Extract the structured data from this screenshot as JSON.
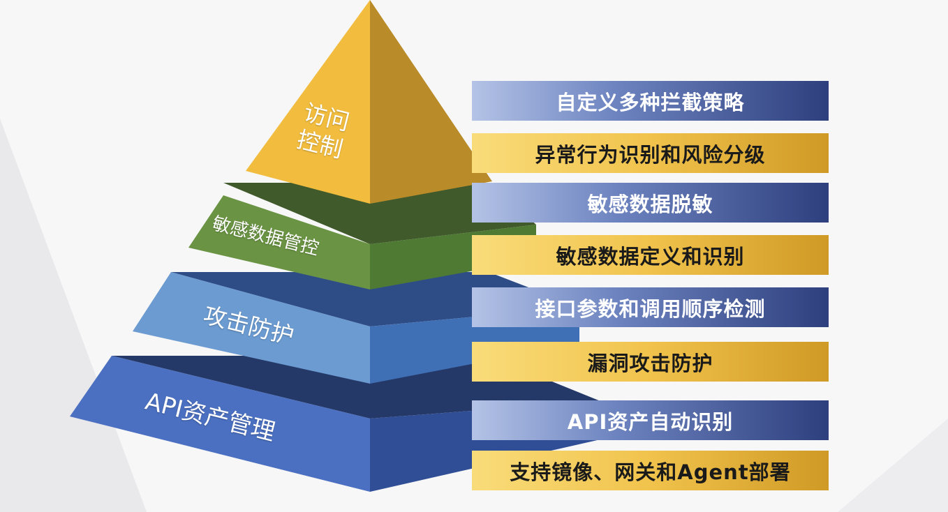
{
  "pyramid": {
    "layers": [
      {
        "id": "access-control",
        "line1": "访问",
        "line2": "控制",
        "color": "#f2bd3e"
      },
      {
        "id": "sensitive-data",
        "label": "敏感数据管控",
        "color": "#6a9443"
      },
      {
        "id": "attack-protection",
        "label": "攻击防护",
        "color": "#6b9bd1"
      },
      {
        "id": "api-asset",
        "label": "API资产管理",
        "color": "#4a6fc0"
      }
    ]
  },
  "features": [
    {
      "text": "自定义多种拦截策略",
      "style": "blue"
    },
    {
      "text": "异常行为识别和风险分级",
      "style": "gold"
    },
    {
      "text": "敏感数据脱敏",
      "style": "blue"
    },
    {
      "text": "敏感数据定义和识别",
      "style": "gold"
    },
    {
      "text": "接口参数和调用顺序检测",
      "style": "blue"
    },
    {
      "text": "漏洞攻击防护",
      "style": "gold"
    },
    {
      "text": "API资产自动识别",
      "style": "blue"
    },
    {
      "text": "支持镜像、网关和Agent部署",
      "style": "gold"
    }
  ],
  "colors": {
    "blue_bar_dark": "#2e3f7e",
    "gold_bar": "#f1c34c",
    "background": "#f7f7f8"
  }
}
